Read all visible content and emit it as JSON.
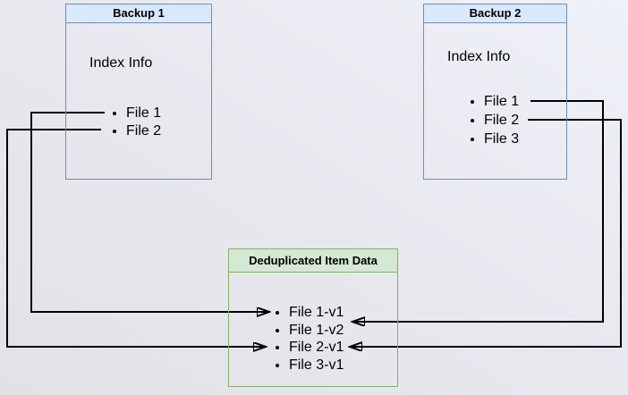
{
  "backup1": {
    "title": "Backup 1",
    "subtitle": "Index Info",
    "items": [
      "File 1",
      "File 2"
    ]
  },
  "backup2": {
    "title": "Backup 2",
    "subtitle": "Index Info",
    "items": [
      "File 1",
      "File 2",
      "File 3"
    ]
  },
  "dedup": {
    "title": "Deduplicated Item Data",
    "items": [
      "File 1-v1",
      "File 1-v2",
      "File 2-v1",
      "File 3-v1"
    ]
  },
  "colors": {
    "blue_header_fill": "#dae8fc",
    "blue_border": "#6c8ebf",
    "green_header_fill": "#d5e8d4",
    "green_border": "#82b366",
    "arrow": "#000000",
    "text": "#000000"
  },
  "connections": [
    {
      "from": "Backup 1 / File 1",
      "to": "File 1-v1"
    },
    {
      "from": "Backup 1 / File 2",
      "to": "File 2-v1"
    },
    {
      "from": "Backup 2 / File 1",
      "to": "File 1-v2"
    },
    {
      "from": "Backup 2 / File 2",
      "to": "File 2-v1"
    }
  ]
}
